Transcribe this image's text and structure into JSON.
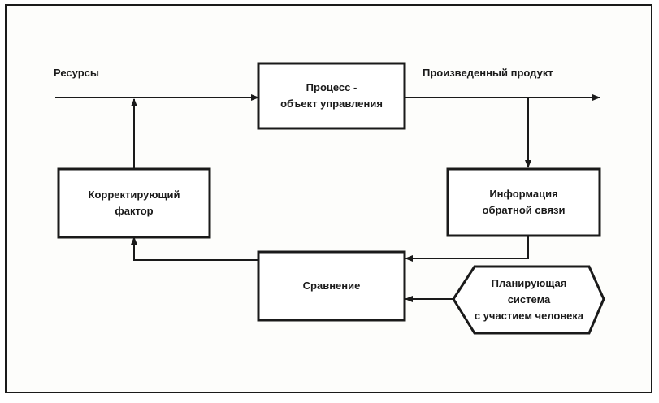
{
  "diagram": {
    "input_label": "Ресурсы",
    "output_label": "Произведенный продукт",
    "process_box": "Процесс -\nобъект управления",
    "corrective_box": "Корректирующий\nфактор",
    "feedback_box": "Информация\nобратной связи",
    "comparison_box": "Сравнение",
    "planning_box": "Планирующая\nсистема\nс участием человека",
    "colors": {
      "line": "#1a1a1a",
      "background": "#fdfdfb"
    }
  }
}
